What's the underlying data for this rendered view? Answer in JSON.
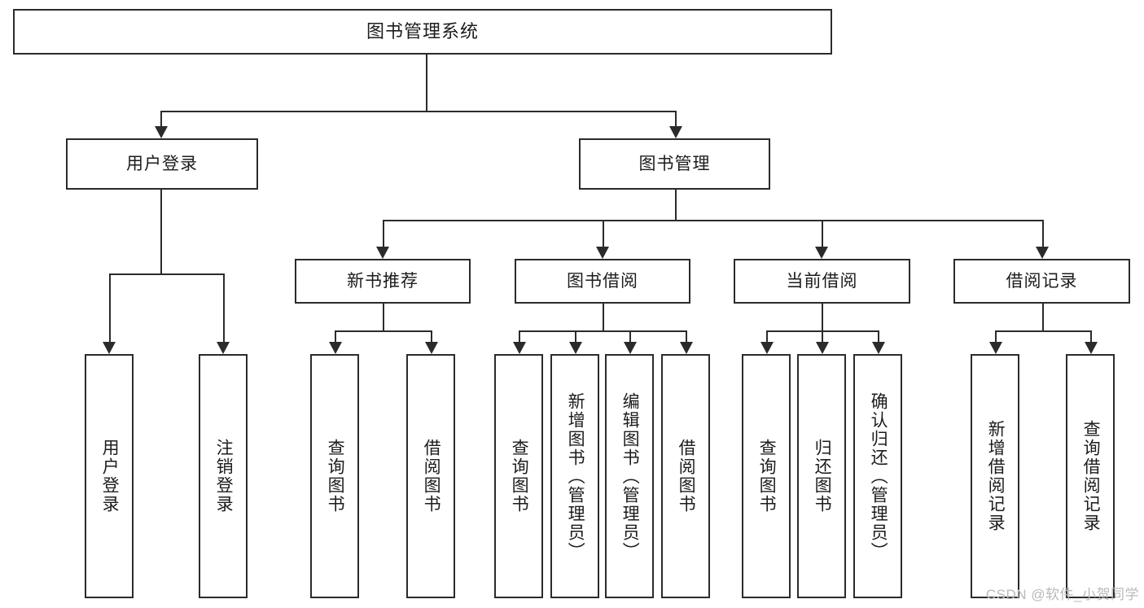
{
  "diagram": {
    "type": "tree-hierarchy",
    "title": "图书管理系统",
    "watermark": "CSDN @软件_小贺同学",
    "colors": {
      "stroke": "#2b2b2b",
      "fill": "#ffffff",
      "text": "#1c1c1c",
      "watermark": "#b9b9b9"
    },
    "root": {
      "label": "图书管理系统"
    },
    "level2": [
      {
        "label": "用户登录"
      },
      {
        "label": "图书管理"
      }
    ],
    "level3": [
      {
        "label": "新书推荐"
      },
      {
        "label": "图书借阅"
      },
      {
        "label": "当前借阅"
      },
      {
        "label": "借阅记录"
      }
    ],
    "leaves": {
      "user_login": [
        {
          "label": "用户登录"
        },
        {
          "label": "注销登录"
        }
      ],
      "new_book_recommend": [
        {
          "label": "查询图书"
        },
        {
          "label": "借阅图书"
        }
      ],
      "book_borrow": [
        {
          "label": "查询图书"
        },
        {
          "label": "新增图书（管理员）"
        },
        {
          "label": "编辑图书（管理员）"
        },
        {
          "label": "借阅图书"
        }
      ],
      "current_borrow": [
        {
          "label": "查询图书"
        },
        {
          "label": "归还图书"
        },
        {
          "label": "确认归还（管理员）"
        }
      ],
      "borrow_record": [
        {
          "label": "新增借阅记录"
        },
        {
          "label": "查询借阅记录"
        }
      ]
    }
  }
}
